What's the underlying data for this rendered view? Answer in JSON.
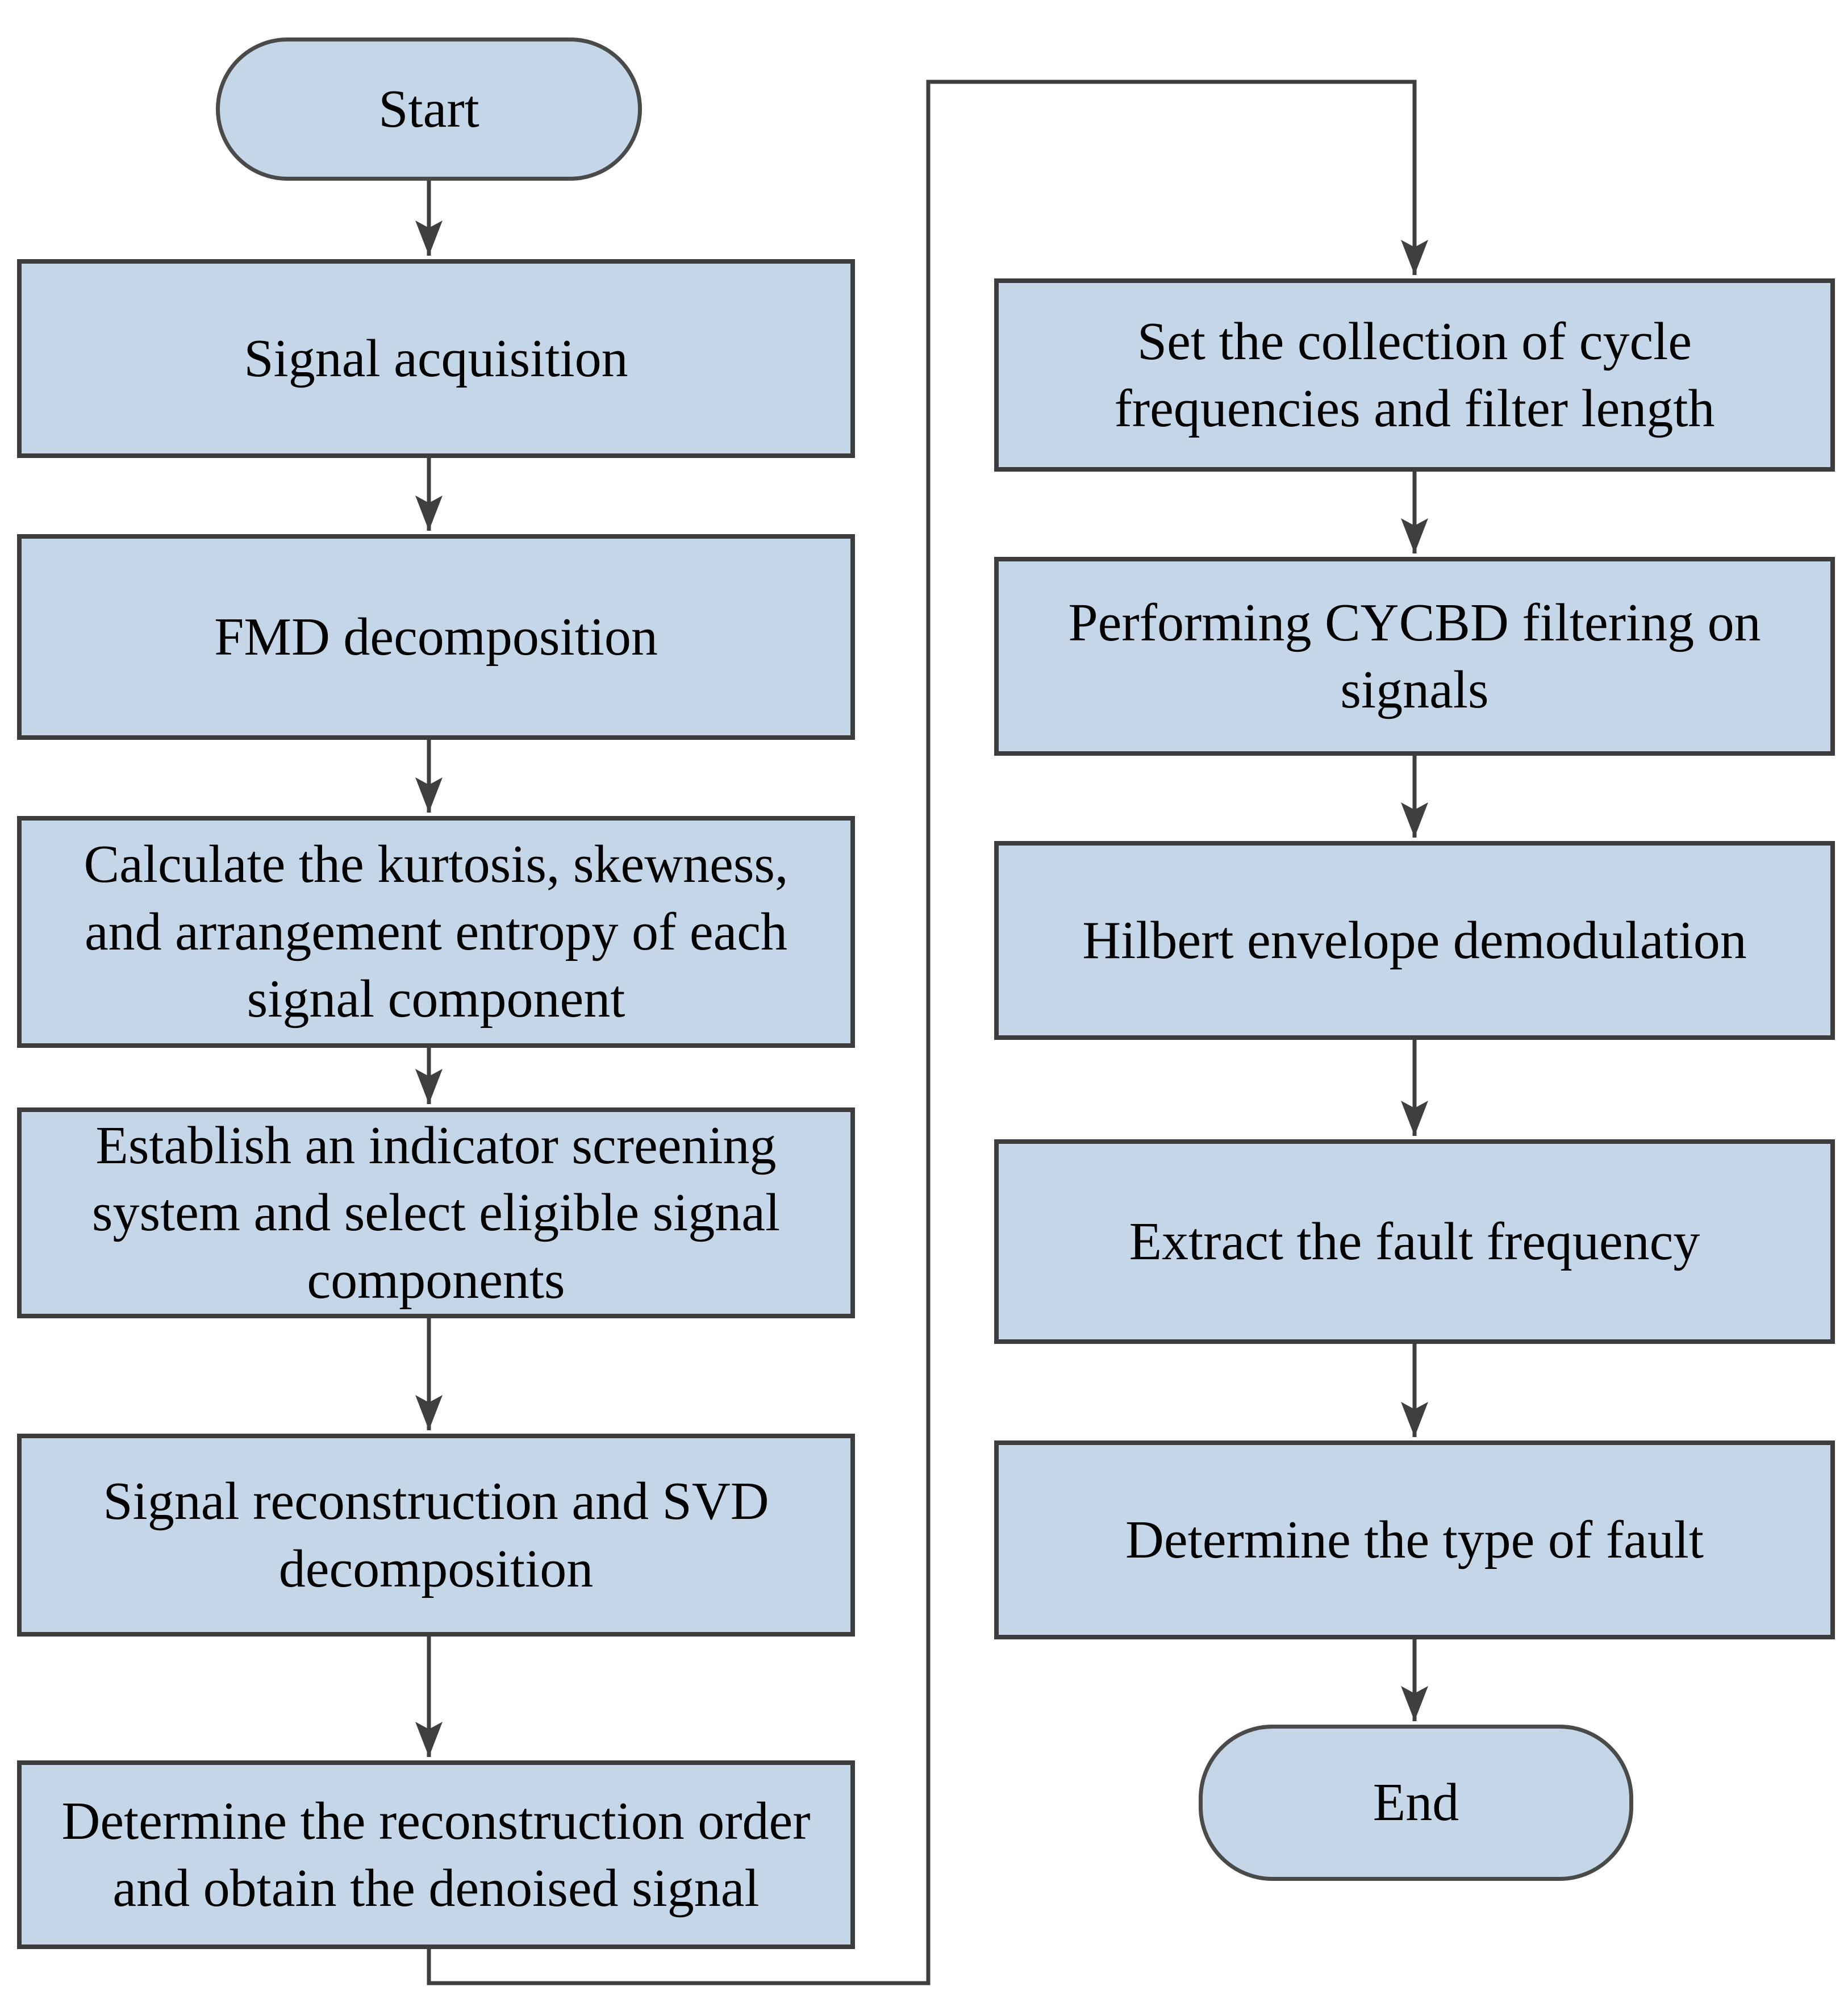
{
  "colors": {
    "node_fill": "#c5d6e8",
    "node_border": "#3d3d3d",
    "edge": "#3f3f3f",
    "text": "#000000",
    "background": "#ffffff"
  },
  "nodes": [
    {
      "id": "start",
      "type": "terminal",
      "label": "Start"
    },
    {
      "id": "signal-acquisition",
      "type": "process",
      "label": "Signal acquisition"
    },
    {
      "id": "fmd-decomposition",
      "type": "process",
      "label": "FMD decomposition"
    },
    {
      "id": "calculate-indicators",
      "type": "process",
      "label": "Calculate the kurtosis, skewness,\nand arrangement entropy of each\nsignal component"
    },
    {
      "id": "establish-screening",
      "type": "process",
      "label": "Establish an indicator screening\nsystem and select eligible signal\ncomponents"
    },
    {
      "id": "signal-reconstruction-svd",
      "type": "process",
      "label": "Signal reconstruction and SVD\ndecomposition"
    },
    {
      "id": "determine-reconstruction-order",
      "type": "process",
      "label": "Determine the reconstruction order\nand obtain the denoised signal"
    },
    {
      "id": "set-cycle-frequencies",
      "type": "process",
      "label": "Set the collection of cycle\nfrequencies and filter length"
    },
    {
      "id": "cycbd-filtering",
      "type": "process",
      "label": "Performing CYCBD filtering on\nsignals"
    },
    {
      "id": "hilbert-demodulation",
      "type": "process",
      "label": "Hilbert envelope demodulation"
    },
    {
      "id": "extract-fault-frequency",
      "type": "process",
      "label": "Extract the fault frequency"
    },
    {
      "id": "determine-fault-type",
      "type": "process",
      "label": "Determine the type of fault"
    },
    {
      "id": "end",
      "type": "terminal",
      "label": "End"
    }
  ],
  "edges": [
    {
      "from": "start",
      "to": "signal-acquisition"
    },
    {
      "from": "signal-acquisition",
      "to": "fmd-decomposition"
    },
    {
      "from": "fmd-decomposition",
      "to": "calculate-indicators"
    },
    {
      "from": "calculate-indicators",
      "to": "establish-screening"
    },
    {
      "from": "establish-screening",
      "to": "signal-reconstruction-svd"
    },
    {
      "from": "signal-reconstruction-svd",
      "to": "determine-reconstruction-order"
    },
    {
      "from": "determine-reconstruction-order",
      "to": "set-cycle-frequencies"
    },
    {
      "from": "set-cycle-frequencies",
      "to": "cycbd-filtering"
    },
    {
      "from": "cycbd-filtering",
      "to": "hilbert-demodulation"
    },
    {
      "from": "hilbert-demodulation",
      "to": "extract-fault-frequency"
    },
    {
      "from": "extract-fault-frequency",
      "to": "determine-fault-type"
    },
    {
      "from": "determine-fault-type",
      "to": "end"
    }
  ]
}
